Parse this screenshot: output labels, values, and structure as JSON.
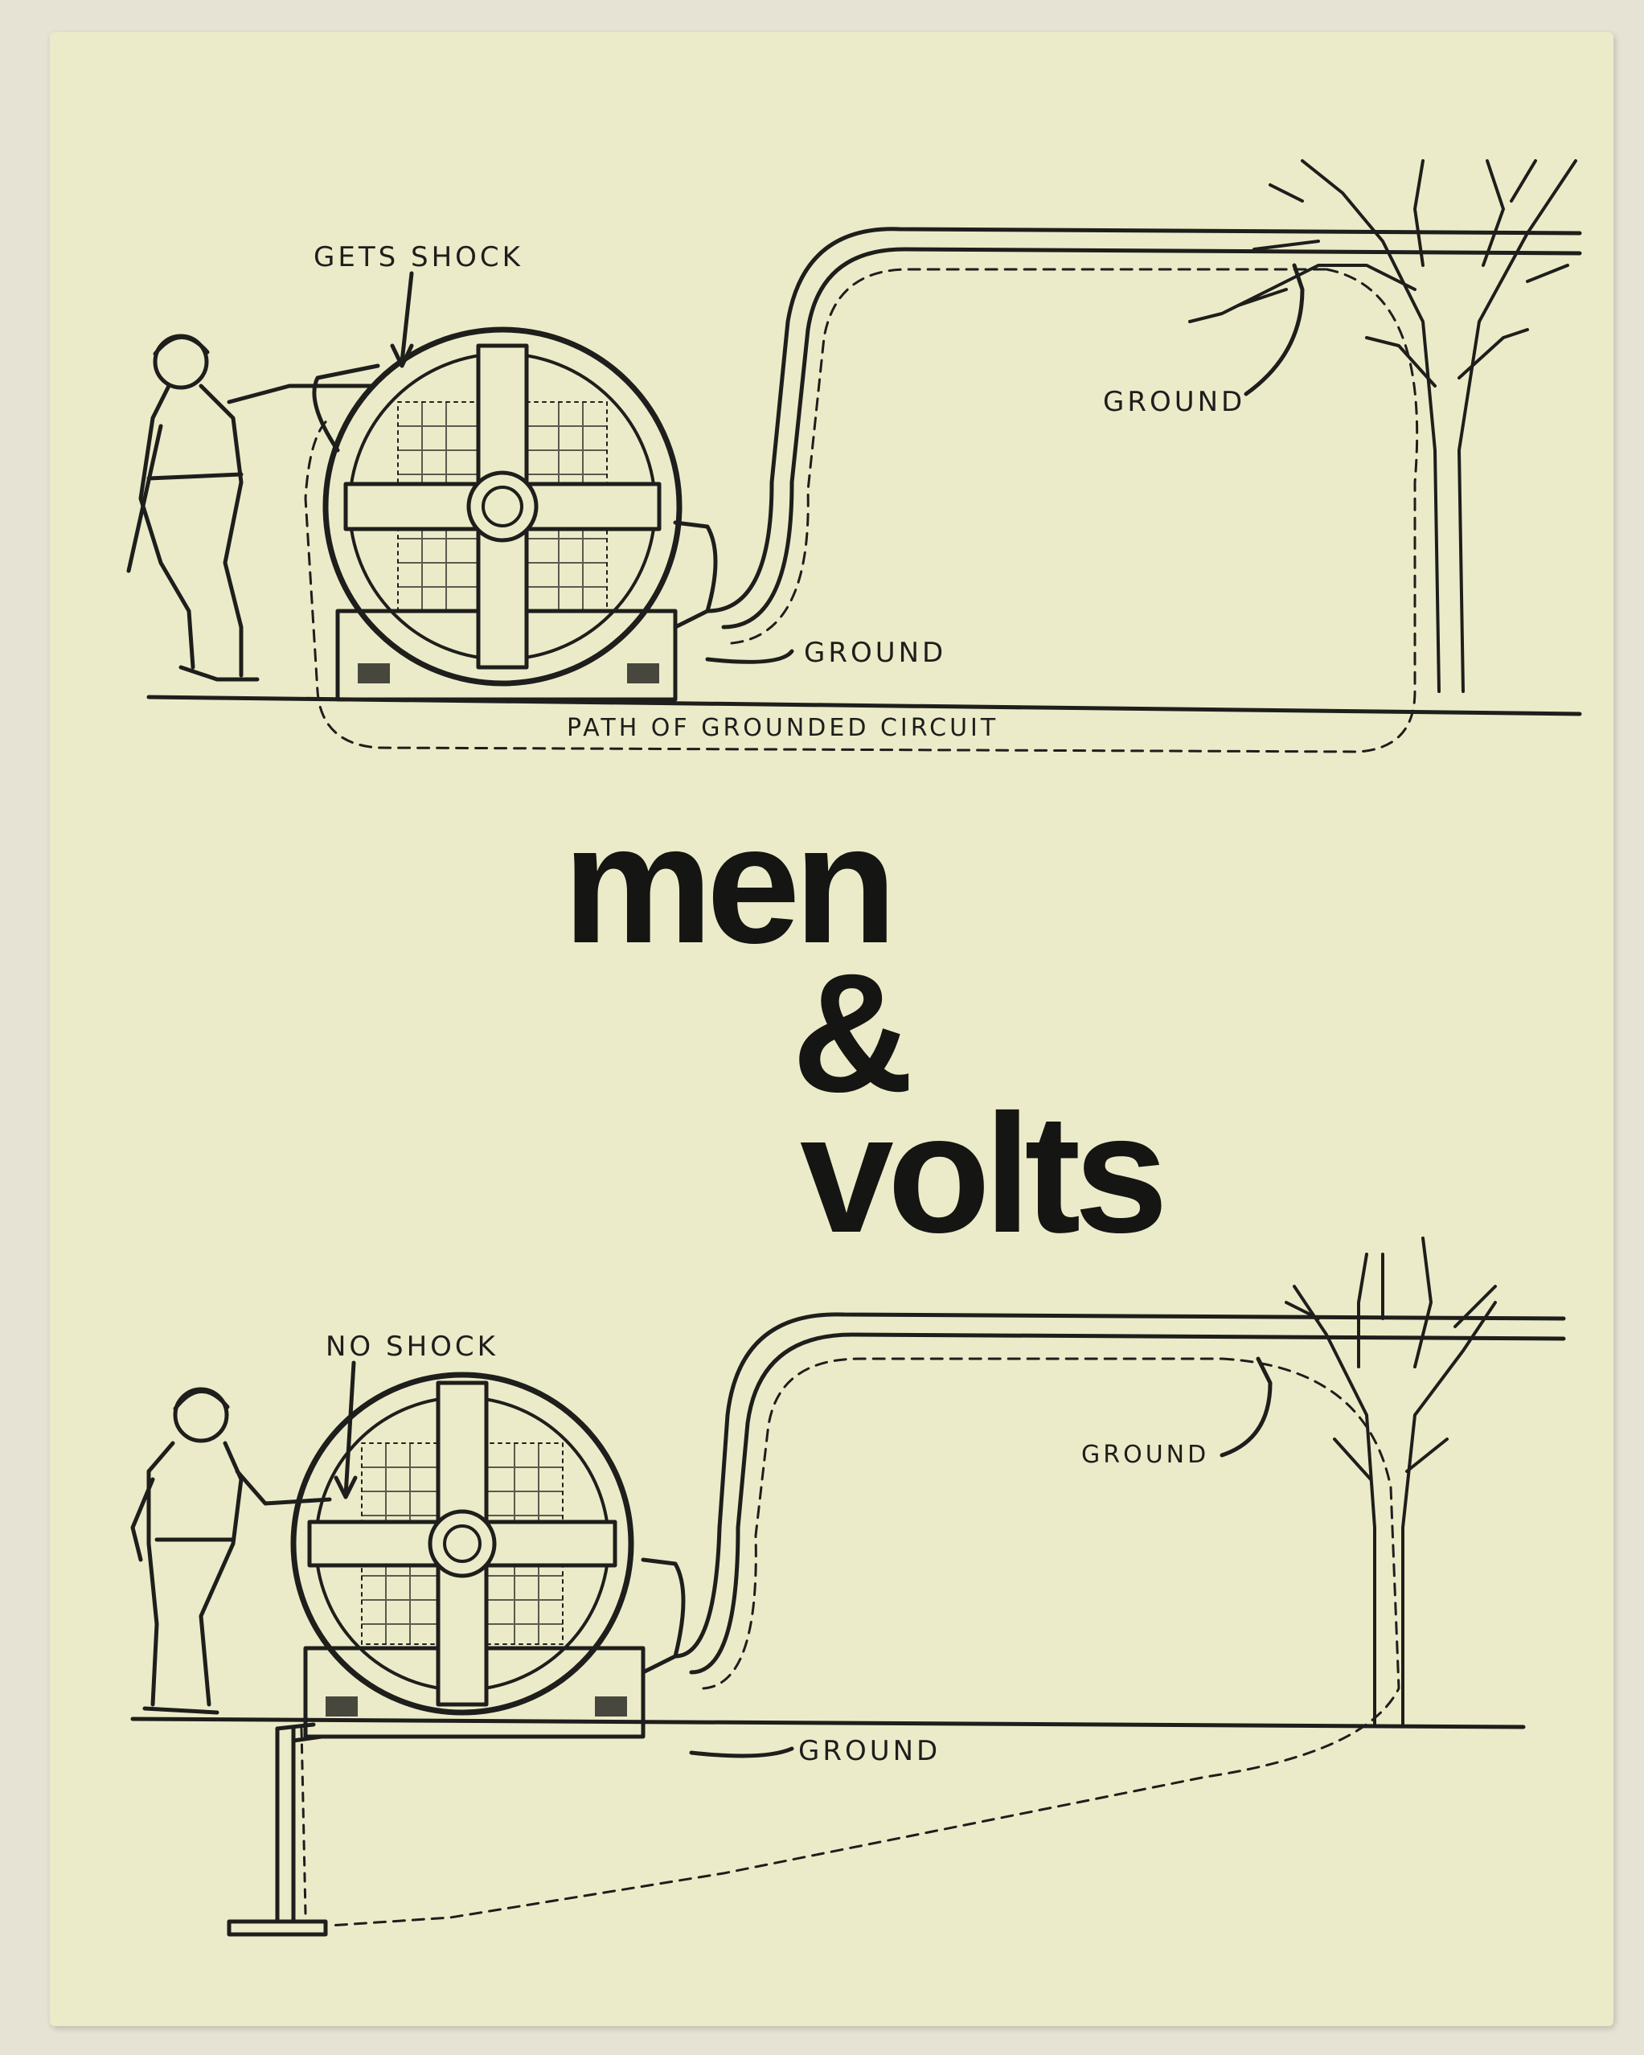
{
  "title": {
    "line1": "men",
    "line2": "&",
    "line3": "volts"
  },
  "top_diagram": {
    "shock_label": "GETS SHOCK",
    "ground_upper_label": "GROUND",
    "ground_lower_label": "GROUND",
    "path_label": "PATH OF GROUNDED CIRCUIT"
  },
  "bottom_diagram": {
    "shock_label": "NO SHOCK",
    "ground_upper_label": "GROUND",
    "ground_lower_label": "GROUND"
  },
  "colors": {
    "paper": "#ecebc9",
    "ink": "#1e1e1c"
  }
}
